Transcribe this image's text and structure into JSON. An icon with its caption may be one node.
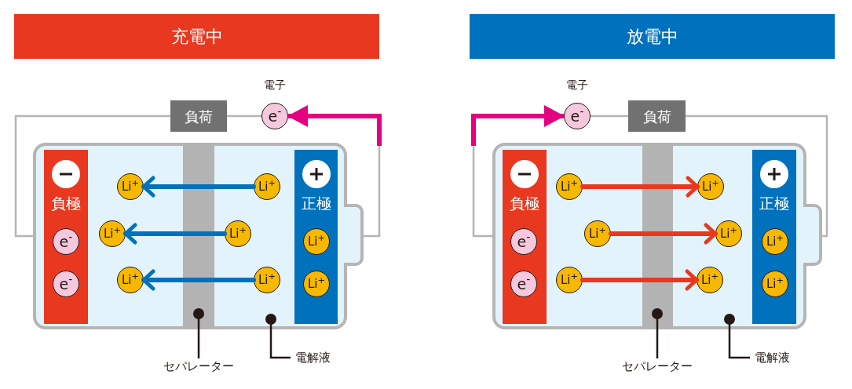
{
  "diagram": {
    "nodes": [
      {
        "text": [
          "充電中"
        ]
      },
      {
        "text": [
          "負荷"
        ]
      },
      {
        "text": [
          "e$^{-}$"
        ],
        "beside": [
          "電子"
        ]
      },
      {
        "text": [],
        "shape": "box"
      },
      {
        "text": [
          "負極"
        ],
        "in": 3
      },
      {
        "text": [
          "e$^{-}$"
        ],
        "in": 4
      },
      {
        "text": [
          "e$^{-}$"
        ],
        "in": 4
      },
      {
        "text": [
          "Li$^{+}$"
        ],
        "in": 3
      },
      {
        "text": [
          "Li$^{+}$"
        ],
        "in": 3
      },
      {
        "text": [
          "Li$^{+}$"
        ],
        "in": 3
      },
      {
        "text": [
          "Li$^{+}$"
        ],
        "in": 3
      },
      {
        "text": [
          "Li$^{+}$"
        ],
        "in": 3
      },
      {
        "text": [
          "Li$^{+}$"
        ],
        "in": 3
      },
      {
        "text": [
          "正極"
        ],
        "in": 3
      },
      {
        "text": [
          "Li$^{+}$"
        ],
        "in": 13
      },
      {
        "text": [
          "Li$^{+}$"
        ],
        "in": 13
      },
      {
        "text": [
          "セパレーター"
        ]
      },
      {
        "text": [
          "電解液"
        ]
      },
      {
        "text": [
          "放電中"
        ]
      },
      {
        "text": [
          "e$^{-}$"
        ],
        "beside": [
          "電子"
        ]
      },
      {
        "text": [
          "負荷"
        ]
      },
      {
        "text": [],
        "shape": "box"
      },
      {
        "text": [
          "負極"
        ],
        "in": 21
      },
      {
        "text": [
          "e$^{-}$"
        ],
        "in": 22
      },
      {
        "text": [
          "e$^{-}$"
        ],
        "in": 22
      },
      {
        "text": [
          "Li$^{+}$"
        ],
        "in": 21
      },
      {
        "text": [
          "Li$^{+}$"
        ],
        "in": 21
      },
      {
        "text": [
          "Li$^{+}$"
        ],
        "in": 21
      },
      {
        "text": [
          "Li$^{+}$"
        ],
        "in": 21
      },
      {
        "text": [
          "Li$^{+}$"
        ],
        "in": 21
      },
      {
        "text": [
          "Li$^{+}$"
        ],
        "in": 21
      },
      {
        "text": [
          "正極"
        ],
        "in": 21
      },
      {
        "text": [
          "Li$^{+}$"
        ],
        "in": 31
      },
      {
        "text": [
          "Li$^{+}$"
        ],
        "in": 31
      },
      {
        "text": [
          "セパレーター"
        ]
      },
      {
        "text": [
          "電解液"
        ]
      }
    ],
    "edges": [
      {
        "from": 3,
        "to": 1,
        "arrow": "none"
      },
      {
        "from": 1,
        "to": 2,
        "arrow": "none"
      },
      {
        "from": 3,
        "to": 2,
        "arrow": "none"
      },
      {
        "from": null,
        "to": 2,
        "arrow": "to",
        "style": "thick",
        "color": "#e4007f"
      },
      {
        "from": 8,
        "to": 7,
        "arrow": "to",
        "style": "thick",
        "color": "#0071bc"
      },
      {
        "from": 10,
        "to": 9,
        "arrow": "to",
        "style": "thick",
        "color": "#0071bc"
      },
      {
        "from": 12,
        "to": 11,
        "arrow": "to",
        "style": "thick",
        "color": "#0071bc"
      },
      {
        "from": 16,
        "to": 3,
        "arrow": "other",
        "color": "#231815"
      },
      {
        "from": 17,
        "to": 3,
        "arrow": "other",
        "color": "#231815"
      },
      {
        "from": 21,
        "to": 19,
        "arrow": "none"
      },
      {
        "from": 19,
        "to": 20,
        "arrow": "none"
      },
      {
        "from": 20,
        "to": 21,
        "arrow": "none"
      },
      {
        "from": null,
        "to": 19,
        "arrow": "to",
        "style": "thick",
        "color": "#e4007f"
      },
      {
        "from": 25,
        "to": 26,
        "arrow": "to",
        "style": "thick",
        "color": "#e8381f"
      },
      {
        "from": 27,
        "to": 28,
        "arrow": "to",
        "style": "thick",
        "color": "#e8381f"
      },
      {
        "from": 29,
        "to": 30,
        "arrow": "to",
        "style": "thick",
        "color": "#e8381f"
      },
      {
        "from": 34,
        "to": 21,
        "arrow": "other",
        "color": "#231815"
      },
      {
        "from": 35,
        "to": 21,
        "arrow": "other",
        "color": "#231815"
      }
    ]
  }
}
